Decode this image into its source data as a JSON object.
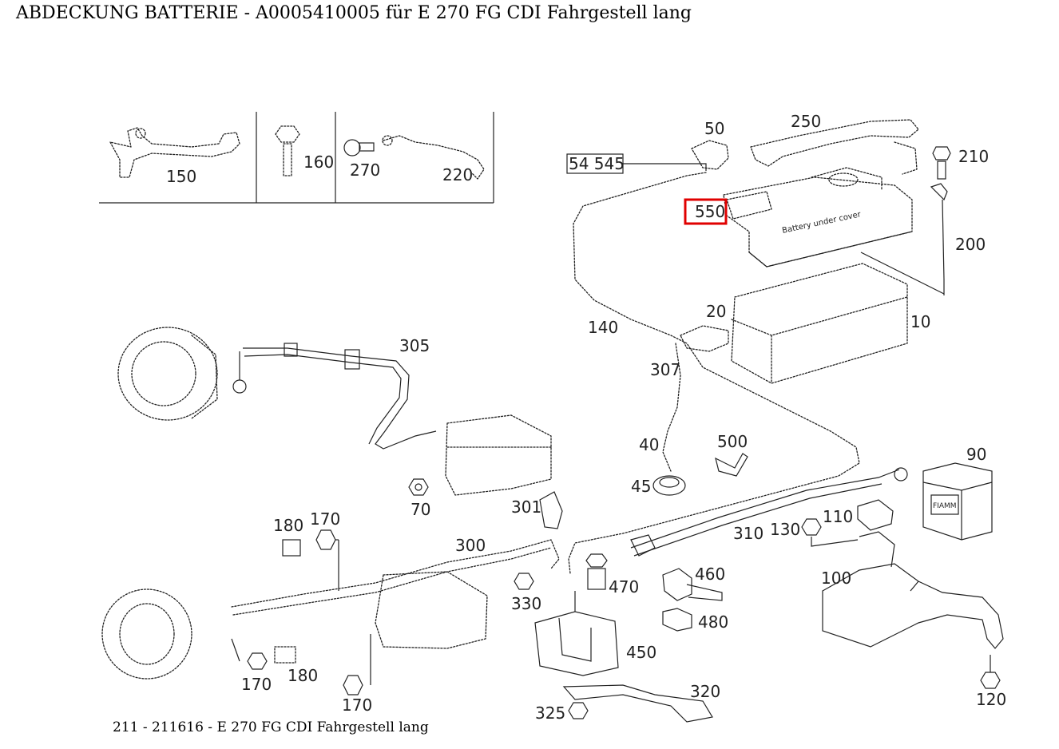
{
  "title": "ABDECKUNG BATTERIE - A0005410005 für E 270 FG CDI Fahrgestell lang",
  "footer": "211 - 211616 - E 270 FG CDI Fahrgestell lang",
  "highlight_color": "#e00000",
  "callouts": {
    "c150": "150",
    "c160": "160",
    "c270": "270",
    "c220": "220",
    "c50": "50",
    "c250": "250",
    "c210": "210",
    "c54545": "54 545",
    "c550": "550",
    "c200": "200",
    "c140": "140",
    "c20": "20",
    "c10": "10",
    "c305": "305",
    "c307": "307",
    "c40": "40",
    "c500": "500",
    "c45": "45",
    "c90": "90",
    "c70": "70",
    "c301": "301",
    "c180a": "180",
    "c170a": "170",
    "c300": "300",
    "c310": "310",
    "c130": "130",
    "c110": "110",
    "c100": "100",
    "c460": "460",
    "c470": "470",
    "c330": "330",
    "c480": "480",
    "c450": "450",
    "c170b": "170",
    "c180b": "180",
    "c170c": "170",
    "c320": "320",
    "c325": "325",
    "c120": "120"
  },
  "battery_cover_text": "Battery under cover",
  "battery_brand": "FIAMM"
}
